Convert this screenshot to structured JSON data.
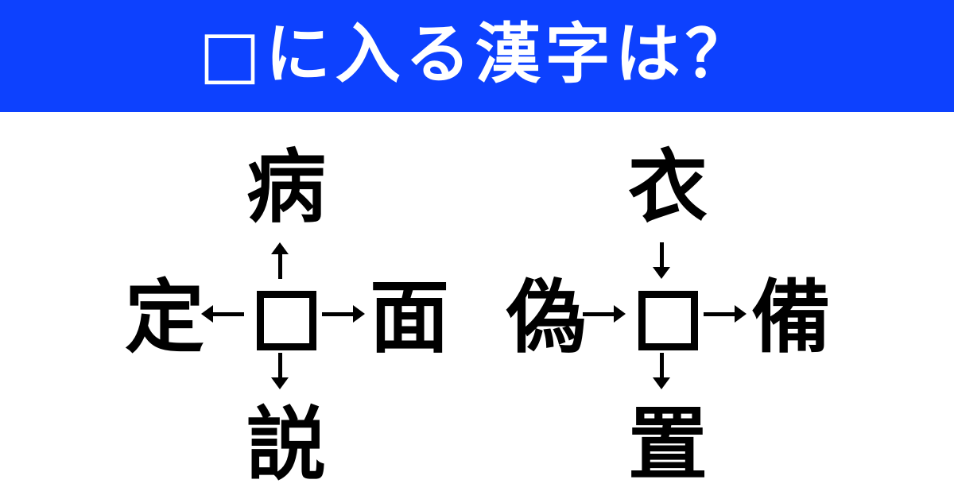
{
  "header": {
    "title": "□に入る漢字は？",
    "background_color": "#0d41fe",
    "text_color": "#ffffff"
  },
  "puzzles": [
    {
      "id": "left-cluster",
      "center": "□",
      "top": {
        "kanji": "病",
        "arrow": "arrow-up-icon",
        "direction": "up",
        "word": "□病"
      },
      "left": {
        "kanji": "定",
        "arrow": "arrow-left-icon",
        "direction": "left",
        "word": "□定"
      },
      "right": {
        "kanji": "面",
        "arrow": "arrow-right-icon",
        "direction": "right",
        "word": "□面"
      },
      "bottom": {
        "kanji": "説",
        "arrow": "arrow-down-icon",
        "direction": "down",
        "word": "□説"
      }
    },
    {
      "id": "right-cluster",
      "center": "□",
      "top": {
        "kanji": "衣",
        "arrow": "arrow-down-icon",
        "direction": "down",
        "word": "衣□"
      },
      "left": {
        "kanji": "偽",
        "arrow": "arrow-right-icon",
        "direction": "right",
        "word": "偽□"
      },
      "right": {
        "kanji": "備",
        "arrow": "arrow-right-icon",
        "direction": "right",
        "word": "□備"
      },
      "bottom": {
        "kanji": "置",
        "arrow": "arrow-down-icon",
        "direction": "down",
        "word": "□置"
      }
    }
  ],
  "colors": {
    "accent_blue": "#0d41fe",
    "ink_black": "#000000",
    "page_white": "#ffffff"
  }
}
